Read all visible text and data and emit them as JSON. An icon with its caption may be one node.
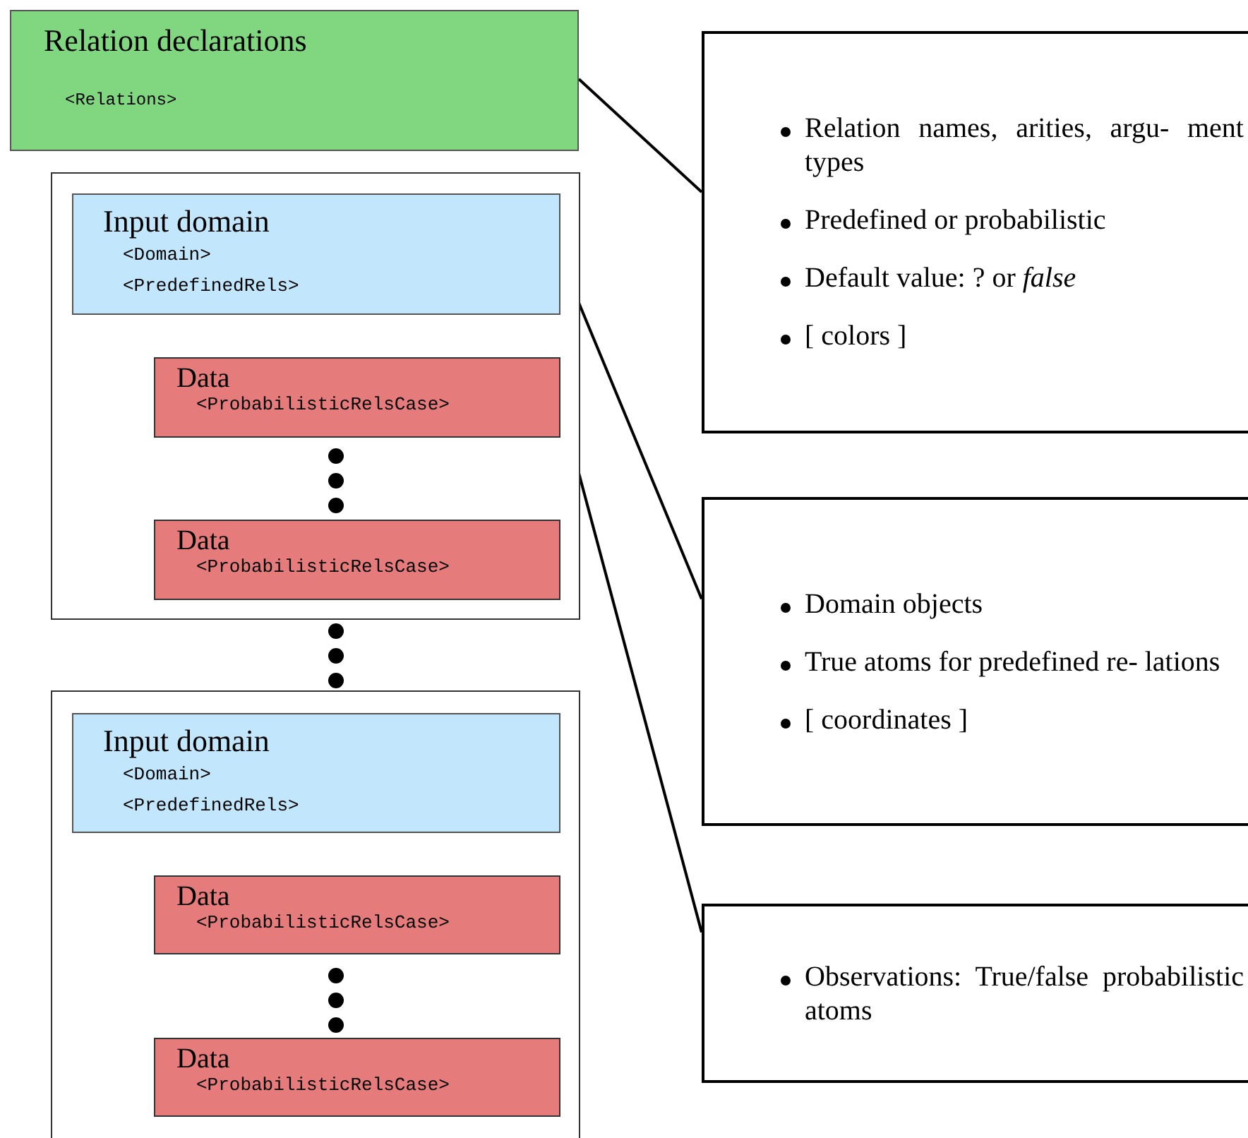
{
  "diagram": {
    "nodes": [
      {
        "text": [
          "Relation declarations",
          "<Relations>"
        ]
      },
      {
        "text": [],
        "shape": "box"
      },
      {
        "text": [
          "Input domain",
          "<Domain>",
          "<PredefinedRels>"
        ],
        "in": 1
      },
      {
        "text": [
          "Data",
          "<ProbabilisticRelsCase>"
        ],
        "in": 1
      },
      {
        "text": [
          "Data",
          "<ProbabilisticRelsCase>"
        ],
        "in": 1
      },
      {
        "text": [],
        "shape": "box"
      },
      {
        "text": [
          "Input domain",
          "<Domain>",
          "<PredefinedRels>"
        ],
        "in": 5
      },
      {
        "text": [
          "Data",
          "<ProbabilisticRelsCase>"
        ],
        "in": 5
      },
      {
        "text": [
          "Data",
          "<ProbabilisticRelsCase>"
        ],
        "in": 5
      },
      {
        "text": [
          "Relation names, arities, argu- ment types",
          "Predefined or probabilistic",
          "Default value: ? or *false*",
          "[ colors ]"
        ]
      },
      {
        "text": [
          "Domain objects",
          "True atoms for predefined re- lations",
          "[ coordinates ]"
        ]
      },
      {
        "text": [
          "Observations: True/false probabilistic atoms"
        ]
      }
    ],
    "edges": [
      {
        "from": 0,
        "to": 9,
        "arrow": "none"
      },
      {
        "from": 2,
        "to": 10,
        "arrow": "none"
      },
      {
        "from": 3,
        "to": 11,
        "arrow": "none"
      }
    ]
  }
}
